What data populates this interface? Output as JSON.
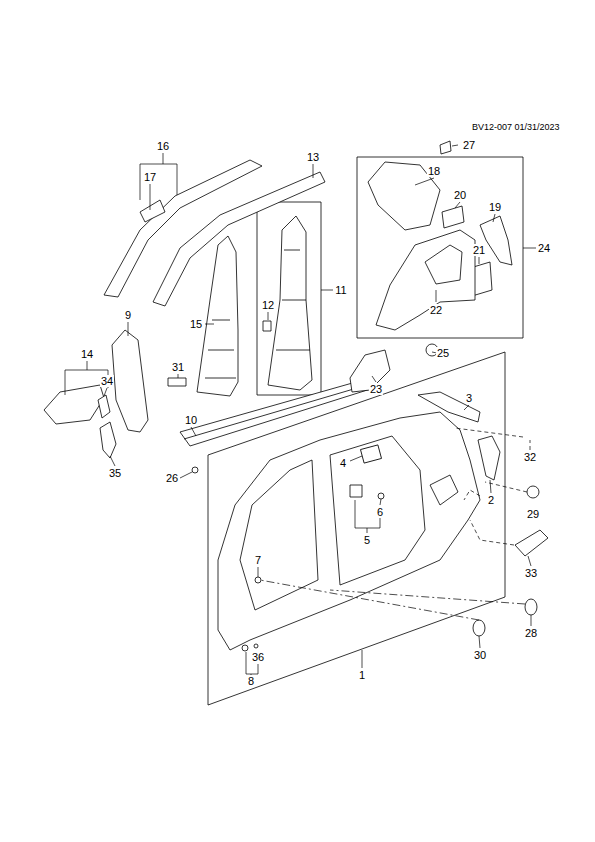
{
  "diagram": {
    "labels": [
      "BV12-007 01/31/2023",
      "16",
      "17",
      "13",
      "27",
      "18",
      "20",
      "19",
      "24",
      "21",
      "22",
      "25",
      "11",
      "12",
      "15",
      "9",
      "14",
      "34",
      "31",
      "23",
      "10",
      "3",
      "32",
      "35",
      "26",
      "4",
      "6",
      "2",
      "29",
      "5",
      "33",
      "7",
      "36",
      "8",
      "30",
      "28",
      "1"
    ]
  }
}
